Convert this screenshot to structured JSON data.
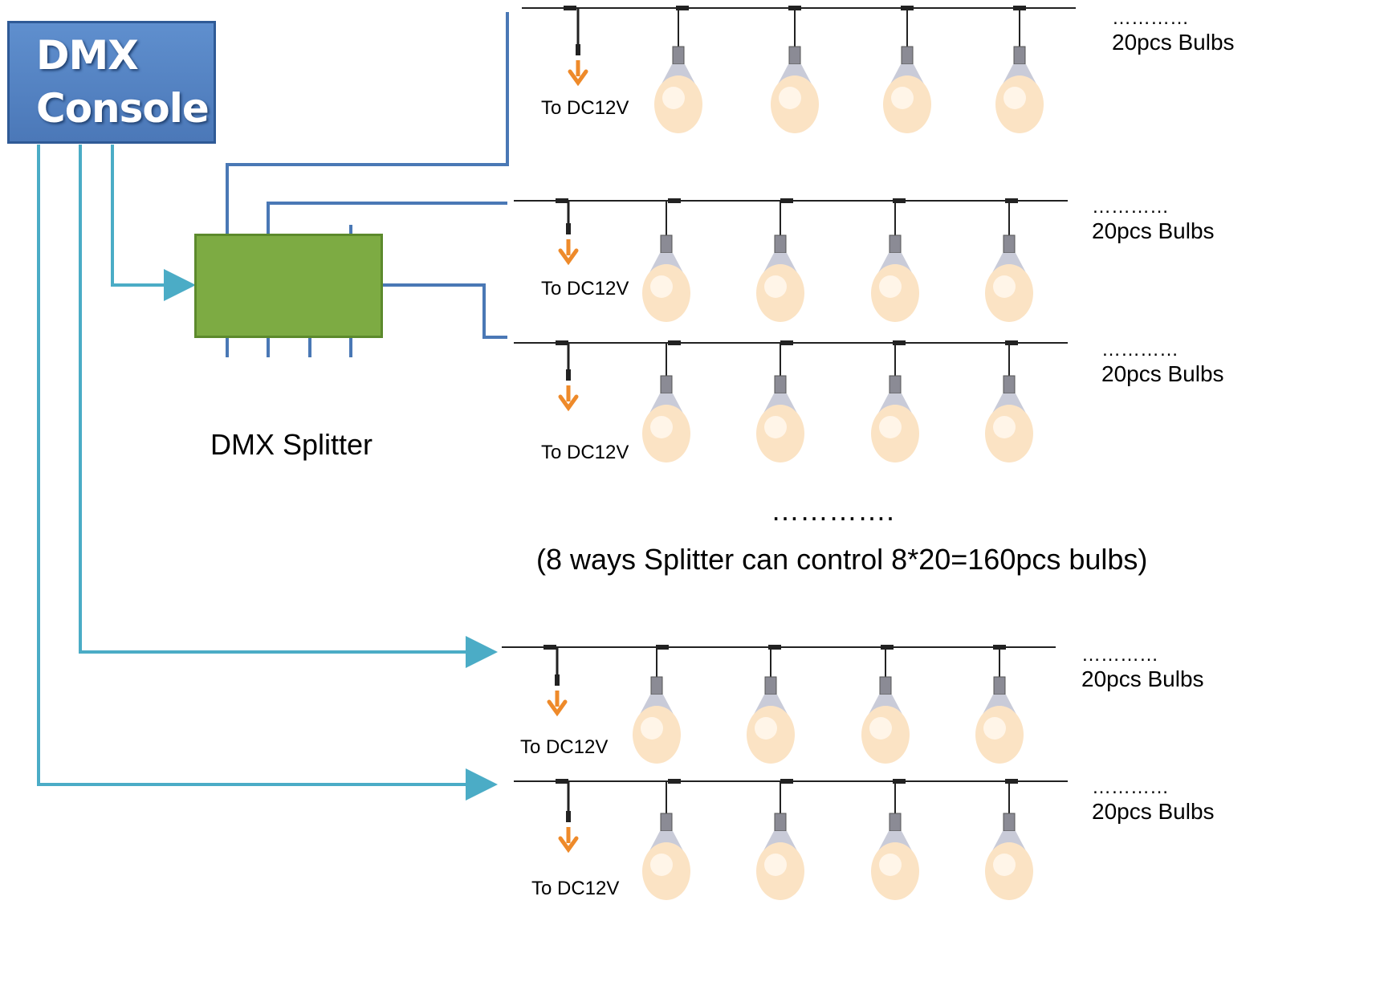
{
  "console": {
    "line1": "DMX",
    "line2": "Console",
    "fill": "#4f7fbf"
  },
  "splitter": {
    "label": "DMX Splitter",
    "fill": "#7dab43",
    "port_color": "#ee8a2a"
  },
  "strings": [
    {
      "dots": "…………",
      "count_label": "20pcs Bulbs",
      "power_label": "To DC12V"
    },
    {
      "dots": "…………",
      "count_label": "20pcs Bulbs",
      "power_label": "To DC12V"
    },
    {
      "dots": "…………",
      "count_label": "20pcs Bulbs",
      "power_label": "To DC12V"
    },
    {
      "dots": "…………",
      "count_label": "20pcs Bulbs",
      "power_label": "To DC12V"
    },
    {
      "dots": "…………",
      "count_label": "20pcs Bulbs",
      "power_label": "To DC12V"
    }
  ],
  "middle": {
    "dots": "………….",
    "note": "(8 ways Splitter can control 8*20=160pcs bulbs)"
  },
  "colors": {
    "dmx_line": "#4a78b5",
    "console_line": "#4bacc6",
    "power_arrow": "#ee8a2a",
    "cable": "#222222"
  },
  "icons": {
    "bulb": "pendant-bulb-icon",
    "arrow": "power-arrow-icon"
  }
}
